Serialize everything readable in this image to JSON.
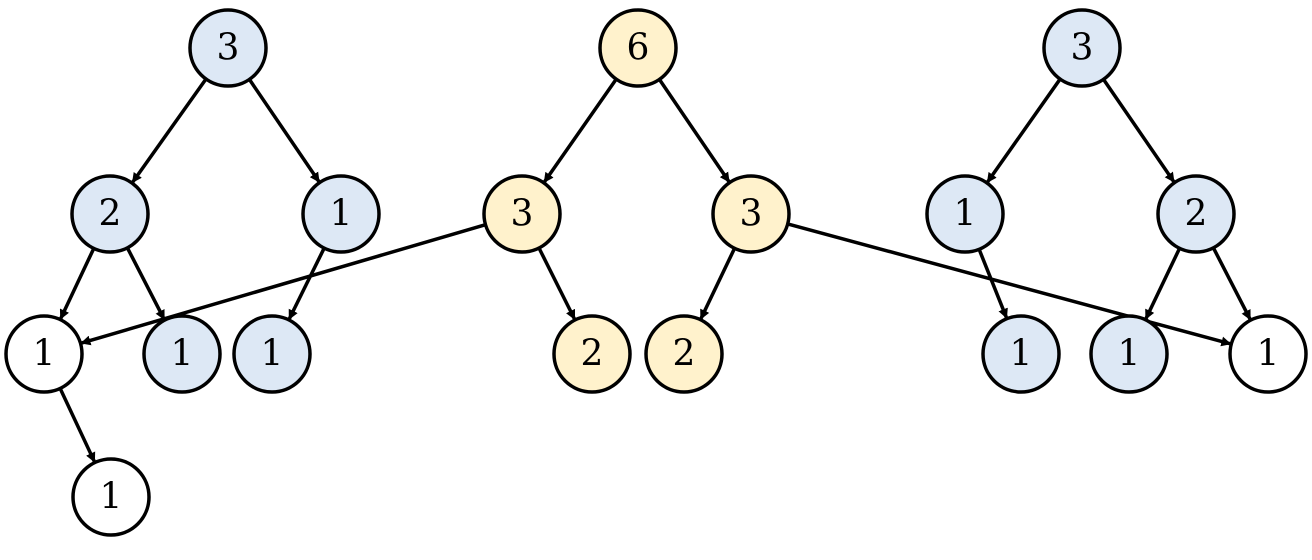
{
  "colors": {
    "blue": "#dde8f5",
    "yellow": "#fff2cc",
    "white": "#ffffff",
    "stroke": "#000000"
  },
  "nodes": [
    {
      "id": "l-root",
      "label": "3",
      "fill": "blue"
    },
    {
      "id": "l-a",
      "label": "2",
      "fill": "blue"
    },
    {
      "id": "l-b",
      "label": "1",
      "fill": "blue"
    },
    {
      "id": "l-c",
      "label": "1",
      "fill": "white"
    },
    {
      "id": "l-d",
      "label": "1",
      "fill": "blue"
    },
    {
      "id": "l-e",
      "label": "1",
      "fill": "blue"
    },
    {
      "id": "l-f",
      "label": "1",
      "fill": "white"
    },
    {
      "id": "m-root",
      "label": "6",
      "fill": "yellow"
    },
    {
      "id": "m-a",
      "label": "3",
      "fill": "yellow"
    },
    {
      "id": "m-b",
      "label": "3",
      "fill": "yellow"
    },
    {
      "id": "m-c",
      "label": "2",
      "fill": "yellow"
    },
    {
      "id": "m-d",
      "label": "2",
      "fill": "yellow"
    },
    {
      "id": "r-root",
      "label": "3",
      "fill": "blue"
    },
    {
      "id": "r-a",
      "label": "1",
      "fill": "blue"
    },
    {
      "id": "r-b",
      "label": "2",
      "fill": "blue"
    },
    {
      "id": "r-c",
      "label": "1",
      "fill": "blue"
    },
    {
      "id": "r-d",
      "label": "1",
      "fill": "blue"
    },
    {
      "id": "r-e",
      "label": "1",
      "fill": "white"
    }
  ],
  "edges": [
    {
      "from": "l-root",
      "to": "l-a"
    },
    {
      "from": "l-root",
      "to": "l-b"
    },
    {
      "from": "l-a",
      "to": "l-c"
    },
    {
      "from": "l-a",
      "to": "l-d"
    },
    {
      "from": "l-b",
      "to": "l-e"
    },
    {
      "from": "l-c",
      "to": "l-f"
    },
    {
      "from": "m-root",
      "to": "m-a"
    },
    {
      "from": "m-root",
      "to": "m-b"
    },
    {
      "from": "m-a",
      "to": "m-c"
    },
    {
      "from": "m-b",
      "to": "m-d"
    },
    {
      "from": "m-a",
      "to": "l-c"
    },
    {
      "from": "m-b",
      "to": "r-e"
    },
    {
      "from": "r-root",
      "to": "r-a"
    },
    {
      "from": "r-root",
      "to": "r-b"
    },
    {
      "from": "r-a",
      "to": "r-c"
    },
    {
      "from": "r-b",
      "to": "r-d"
    },
    {
      "from": "r-b",
      "to": "r-e"
    }
  ]
}
